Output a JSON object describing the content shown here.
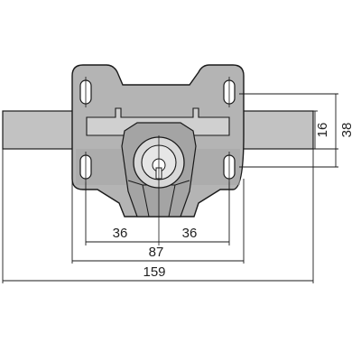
{
  "drawing": {
    "dimensions": {
      "overall_width": "159",
      "bolt_height": "38",
      "bolt_inner_height": "16",
      "hole_spacing": "87",
      "left_offset": "36",
      "right_offset": "36"
    }
  },
  "colors": {
    "line": "#1a1a1a",
    "body": "#b4b4b4",
    "body_dark": "#8e8e8e",
    "bolt": "#c2c2c2",
    "cylinder": "#d8d8d8",
    "background": "#ffffff"
  }
}
